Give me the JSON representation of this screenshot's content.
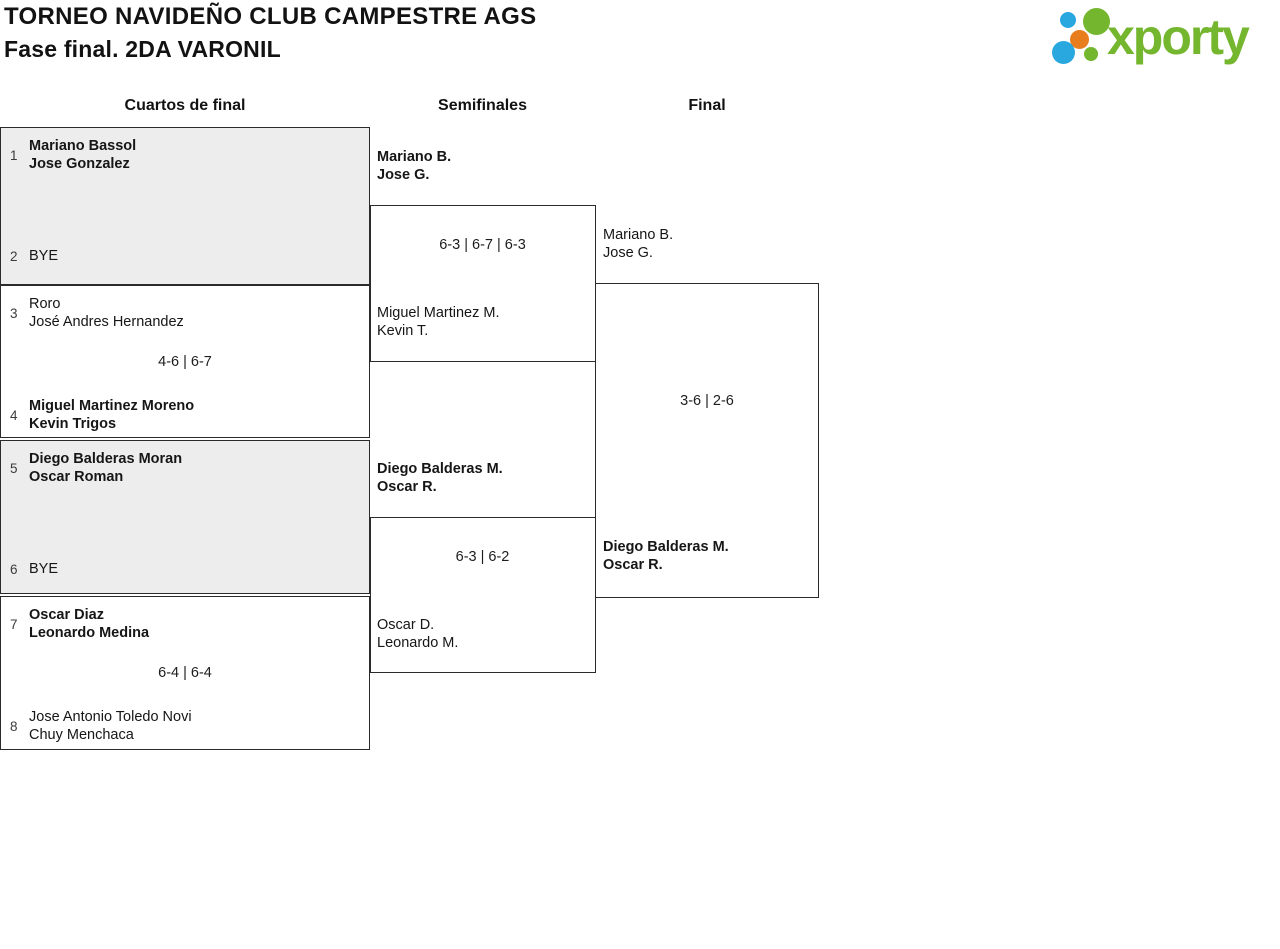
{
  "header": {
    "title": "TORNEO NAVIDEÑO CLUB CAMPESTRE AGS",
    "subtitle": "Fase final. 2DA VARONIL"
  },
  "logo": {
    "brand": "xporty",
    "colors": {
      "green": "#74b62e",
      "blue": "#29a8e0",
      "orange": "#e87d1e"
    }
  },
  "rounds": {
    "quarterfinals": "Cuartos de final",
    "semifinals": "Semifinales",
    "final": "Final"
  },
  "bracket": {
    "quarterfinals": [
      {
        "top_seed": "1",
        "top_lines": [
          "Mariano Bassol",
          "Jose Gonzalez"
        ],
        "bottom_seed": "2",
        "bottom_lines": [
          "BYE"
        ]
      },
      {
        "top_seed": "3",
        "top_lines": [
          "Roro",
          "José Andres Hernandez"
        ],
        "bottom_seed": "4",
        "bottom_lines": [
          "Miguel Martinez Moreno",
          "Kevin Trigos"
        ],
        "score": "4-6 | 6-7"
      },
      {
        "top_seed": "5",
        "top_lines": [
          "Diego Balderas Moran",
          "Oscar Roman"
        ],
        "bottom_seed": "6",
        "bottom_lines": [
          "BYE"
        ]
      },
      {
        "top_seed": "7",
        "top_lines": [
          "Oscar Diaz",
          "Leonardo Medina"
        ],
        "bottom_seed": "8",
        "bottom_lines": [
          "Jose Antonio Toledo Novi",
          "Chuy Menchaca"
        ],
        "score": "6-4 | 6-4"
      }
    ],
    "semifinals": [
      {
        "top_lines": [
          "Mariano B.",
          "Jose G."
        ],
        "bottom_lines": [
          "Miguel Martinez M.",
          "Kevin T."
        ],
        "score": "6-3 | 6-7 | 6-3"
      },
      {
        "top_lines": [
          "Diego Balderas M.",
          "Oscar R."
        ],
        "bottom_lines": [
          "Oscar D.",
          "Leonardo M."
        ],
        "score": "6-3 | 6-2"
      }
    ],
    "final": {
      "top_lines": [
        "Mariano B.",
        "Jose G."
      ],
      "bottom_lines": [
        "Diego Balderas M.",
        "Oscar R."
      ],
      "score": "3-6 | 2-6"
    }
  }
}
